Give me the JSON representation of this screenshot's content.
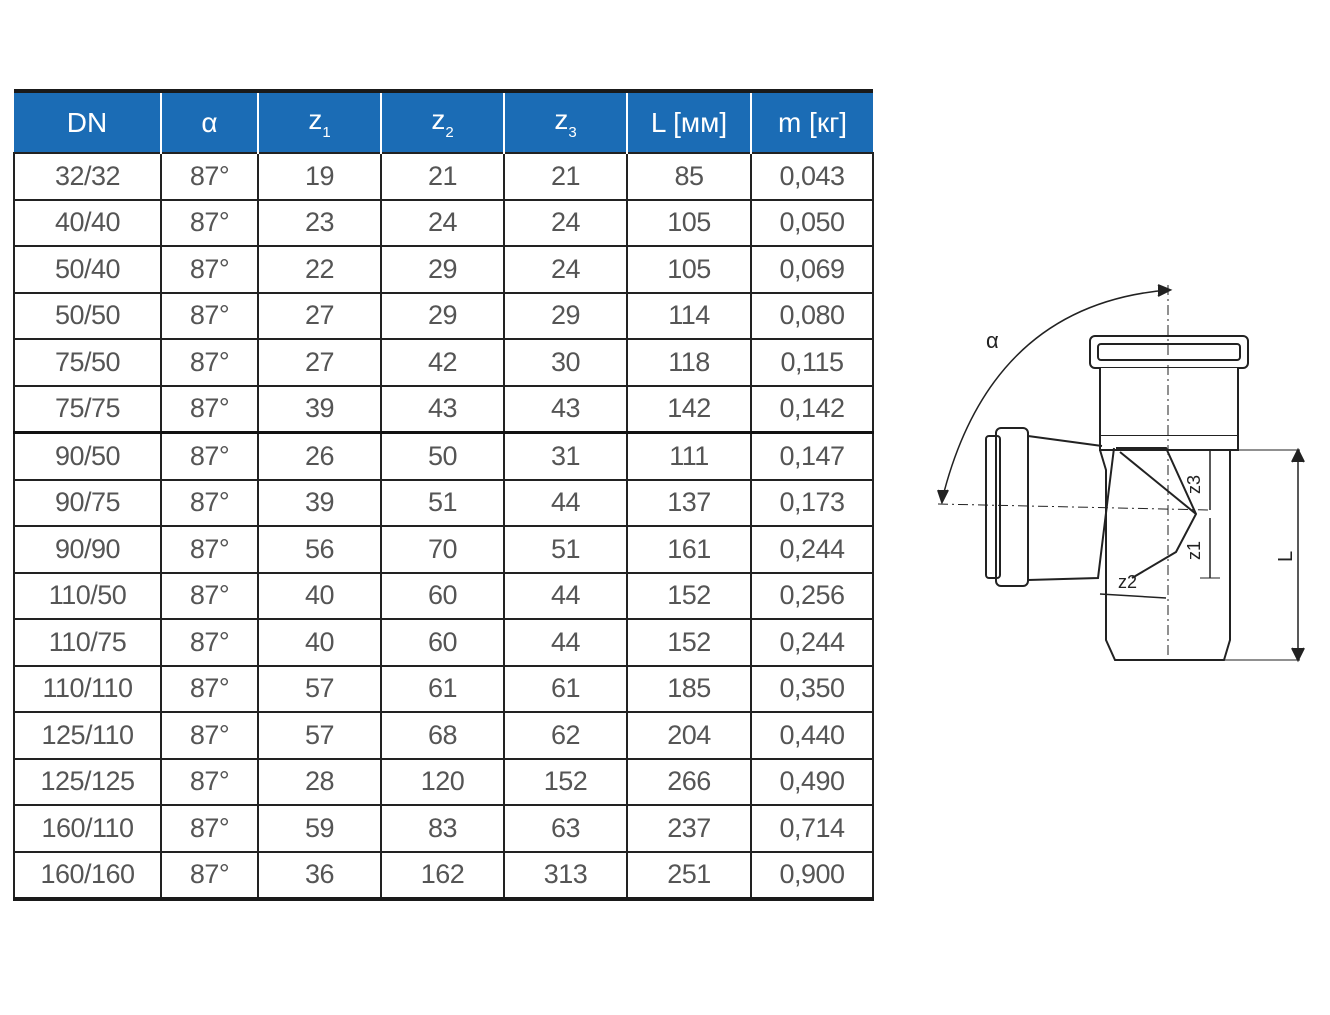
{
  "table": {
    "headers": [
      {
        "main": "DN",
        "sub": ""
      },
      {
        "main": "α",
        "sub": ""
      },
      {
        "main": "z",
        "sub": "1"
      },
      {
        "main": "z",
        "sub": "2"
      },
      {
        "main": "z",
        "sub": "3"
      },
      {
        "main": "L [мм]",
        "sub": ""
      },
      {
        "main": "m [кг]",
        "sub": ""
      }
    ],
    "rows": [
      [
        "32/32",
        "87°",
        "19",
        "21",
        "21",
        "85",
        "0,043"
      ],
      [
        "40/40",
        "87°",
        "23",
        "24",
        "24",
        "105",
        "0,050"
      ],
      [
        "50/40",
        "87°",
        "22",
        "29",
        "24",
        "105",
        "0,069"
      ],
      [
        "50/50",
        "87°",
        "27",
        "29",
        "29",
        "114",
        "0,080"
      ],
      [
        "75/50",
        "87°",
        "27",
        "42",
        "30",
        "118",
        "0,115"
      ],
      [
        "75/75",
        "87°",
        "39",
        "43",
        "43",
        "142",
        "0,142"
      ],
      [
        "90/50",
        "87°",
        "26",
        "50",
        "31",
        "111",
        "0,147"
      ],
      [
        "90/75",
        "87°",
        "39",
        "51",
        "44",
        "137",
        "0,173"
      ],
      [
        "90/90",
        "87°",
        "56",
        "70",
        "51",
        "161",
        "0,244"
      ],
      [
        "110/50",
        "87°",
        "40",
        "60",
        "44",
        "152",
        "0,256"
      ],
      [
        "110/75",
        "87°",
        "40",
        "60",
        "44",
        "152",
        "0,244"
      ],
      [
        "110/110",
        "87°",
        "57",
        "61",
        "61",
        "185",
        "0,350"
      ],
      [
        "125/110",
        "87°",
        "57",
        "68",
        "62",
        "204",
        "0,440"
      ],
      [
        "125/125",
        "87°",
        "28",
        "120",
        "152",
        "266",
        "0,490"
      ],
      [
        "160/110",
        "87°",
        "59",
        "83",
        "63",
        "237",
        "0,714"
      ],
      [
        "160/160",
        "87°",
        "36",
        "162",
        "313",
        "251",
        "0,900"
      ]
    ]
  },
  "diagram": {
    "alpha": "α",
    "z1": "z1",
    "z2": "z2",
    "z3": "z3",
    "L": "L"
  },
  "colors": {
    "header_bg": "#1b6cb5"
  }
}
